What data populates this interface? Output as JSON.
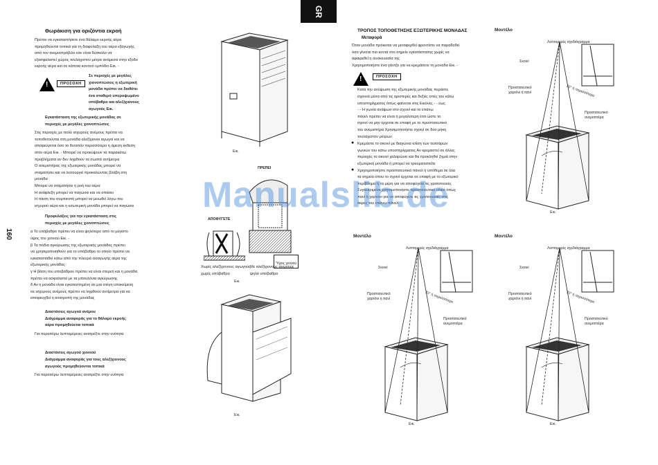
{
  "tab": "GR",
  "page_number": "160",
  "left": {
    "s1_title": "Θωράκιση για οριζόντια εκροή",
    "s1_lines": [
      "Πρέπει να εγκαταστήσετε ένα θάλαμο εκροής αέρα",
      "  προμηθεύεται τοπικά  για τη διαφύλαξη του αέρα εξαγωγής",
      "από τον ανεμοστρόβιλο εάν είναι δύσκολο να",
      "εξασφαλιστεί χώρος τουλάχιστον    μέτρα ανάμεσα στην έξοδο",
      "εκροής αέρα και σε κάποια κοντινό εμπόδιο   Εικ.   -"
    ],
    "warning_label": "ΠΡΟΣΟΧΗ",
    "warning_text": [
      "Σε περιοχές με μεγάλες",
      "χιονοπτώσεις  η εξωτερική",
      "μονάδα πρέπει να διαθέτει",
      "ένα σταθερό  υπερυψωμένο",
      "υπόβαθρο και αλεξίχιονους",
      "αγωγούς   Εικ."
    ],
    "s2_title": [
      "Εγκατάσταση της εξωτερικής μονάδας σε",
      "περιοχές με μεγάλες χιονοπτώσεις"
    ],
    "s2_lines": [
      "Στις περιοχές με πολύ ισχυρούς ανέμους πρέπει να",
      "τοποθετούνται στη μονάδα αλεξίχιονοι αγωγοί και να",
      "αποφεύγεται όσο το δυνατόν περισσότερο η άμεση έκθεση",
      "στον αέρα   Εικ.   -   Μπορεί να προκύψουν τα παρακάτω",
      "προβλήματα  αν δεν ληφθούν τα σωστά αντίμετρα",
      "  Ο ανεμιστήρας της εξωτερικής μονάδας μπορεί να",
      "  σταματήσει και να λειτουργεί  προκαλώντας βλάβη στη",
      "  μονάδα",
      "  Μπορεί να σταματήσει η ροή του αέρα",
      "  Η ανάφλεξη μπορεί να παγώσει και να σπάσει",
      "  Η πίεση του συμπιεστή μπορεί να μειωθεί λόγω του",
      "  ισχυρού αέρα και η εσωτερική μονάδα μπορεί να παγώσει"
    ],
    "s3_title": [
      "Προφυλάξεις για την εγκατάσταση στις",
      "περιοχές με μεγάλες χιονοπτώσεις"
    ],
    "s3_lines": [
      "α   Το υπόβαθρο πρέπει να είναι ψηλότερο από το μέγιστο",
      "      ύψος του χιονιού   Εικ.   -",
      "β   Τα    πόδια αγκύρωσης της εξωτερικής μονάδας πρέπει",
      "      να χρησιμοποιηθούν για το υπόβαθρο  το οποίο πρέπει να",
      "      εγκατασταθεί κάτω από την πλευρά εισαγωγής αέρα της",
      "      εξωτερικής μονάδας",
      "γ   Η βάση του υποβάθρου πρέπει να είναι στερεή και η μονάδα",
      "      πρέπει να ασφαλιστεί με τα μπουλόνια αγκύρωσης",
      "δ   Αν η μονάδα είναι εγκατεστημένη σε μια στέγη υποκείμενη",
      "      σε ισχυρούς ανέμους  πρέπει να ληφθούν αντίμετρα για να",
      "      αποφευχθεί η ανατροπή της μονάδας"
    ],
    "s4_title": [
      "Διαστάσεις αγωγού ανέμου",
      "Διάγραμμα αναφοράς για το θάλαμο εκροής",
      "αέρα  προμηθεύεται τοπικά"
    ],
    "s4_line": "Για περαιτέρω λεπτομέρειες  ανατρέξτε στην ενότητα",
    "s5_title": [
      "Διαστάσεις αγωγού χιονιού",
      "Διάγραμμα αναφοράς για τους αλεξίχιονους",
      "αγωγούς  προμηθεύονται τοπικά"
    ],
    "s5_line": "Για περαιτέρω λεπτομέρειες  ανατρέξτε στην ενότητα"
  },
  "middle": {
    "fig1_caption": "Εικ.",
    "prepei": "ΠΡΕΠΕΙ",
    "apofygete": "ΑΠΟΦΥΓΕΤΕ",
    "caption_left": [
      "Χωρίς αλεξίχιονους αγωγούς",
      "χωρίς υπόβαθρο"
    ],
    "caption_right": [
      "Με αλεξίχιονους αγωγούς",
      "ψηλό υπόβαθρο"
    ],
    "snow_label": "Ύψος χιονιού",
    "fig2_caption": "Εικ.",
    "fig3_caption": "Εικ."
  },
  "right": {
    "title": "ΤΡΟΠΟΣ ΤΟΠΟΘΕΤΗΣΗΣ ΕΞΩΤΕΡΙΚΗΣ ΜΟΝΑΔΑΣ",
    "subtitle": "Μεταφορά",
    "intro": [
      "Όταν μονάδα πρόκειται να μεταφερθεί  φροντίστε να παραδοθεί",
      "όσο γίνεται πιο κοντά στο σημείο εγκατάστασης χωρίς να",
      "αφαιρεθεί η συσκευασία της",
      "Χρησιμοποιήστε ένα γάντζο για να κρεμάσετε τη μονάδα   Εικ.   -"
    ],
    "warning_label": "ΠΡΟΣΟΧΗ",
    "w_lines": [
      "Κατά την ανύψωση της εξωτερικής μονάδας  περάστε",
      "σχοινιά μέσα από τις αριστερές και δεξιές οπές του κάτω",
      "υποστηρίγματος όπως φαίνεται στις Εικόνες   -   -   έως",
      "  -  -   Η γωνία ανάψωσ στο σχοινί και το επάνω",
      "πάνελ πρέπει να είναι      ή μεγαλύτερη  έτσι ώστε το",
      "σχοινί να μην έρχεται σε επαφή με το προστατευτικό",
      "του ανεμιστήρα  Χρησιμοποιήστε σχοινί σε δύο μήκη",
      "τουλάχιστον         μέτρων"
    ],
    "bullet1": [
      "Κρεμάστε το σκοινί με διαγώνια κλίση των τεσσάρων",
      "γωνιών του κάτω υποστηρίγματος  Αν κρεμαστεί σε άλλες",
      "περιοχές  το σκοινί χαλαρώνει και θα προκληθεί ζημιά στην",
      "εξωτερική μονάδα ή μπορεί να τραυματιστείτε"
    ],
    "bullet2": [
      "Χρησιμοποιήστε προστατευτικά πάνελ ή υπόθεμα σε όλα",
      "τα σημεία όπου το σχοινί έρχεται σε επαφή με το εξωτερικό",
      "περίβλημα   ή τα μέρη  για να αποφύγετε τις γρατσουνιές",
      "Συγκεκριμένα  χρησιμοποιήστε προστατευτικό υλικό  όπως",
      "πανί ή χαρτόνι για να αποφύγετε τις γρατσουνιές στις",
      "άκρες του επάνω πάνελ"
    ],
    "fig_title_1": "Μοντέλο",
    "fig_title_2": "Μοντέλο",
    "fig_title_3": "Μοντέλο",
    "detail": "Λεπτομερές σχεδιάγραμμα",
    "rope": "Σκοινί",
    "paper": [
      "Προστατευτικό",
      "χαρτόνι ή πανί"
    ],
    "angle": "70° ή περισσότερο",
    "guard": [
      "Προστατευτικό",
      "ανεμοπτέρα"
    ],
    "guard2": [
      "Προστατευτικό",
      "ανεμοπτέρα"
    ],
    "fig_caption": "Εικ."
  },
  "watermark": "Manualslib.de"
}
